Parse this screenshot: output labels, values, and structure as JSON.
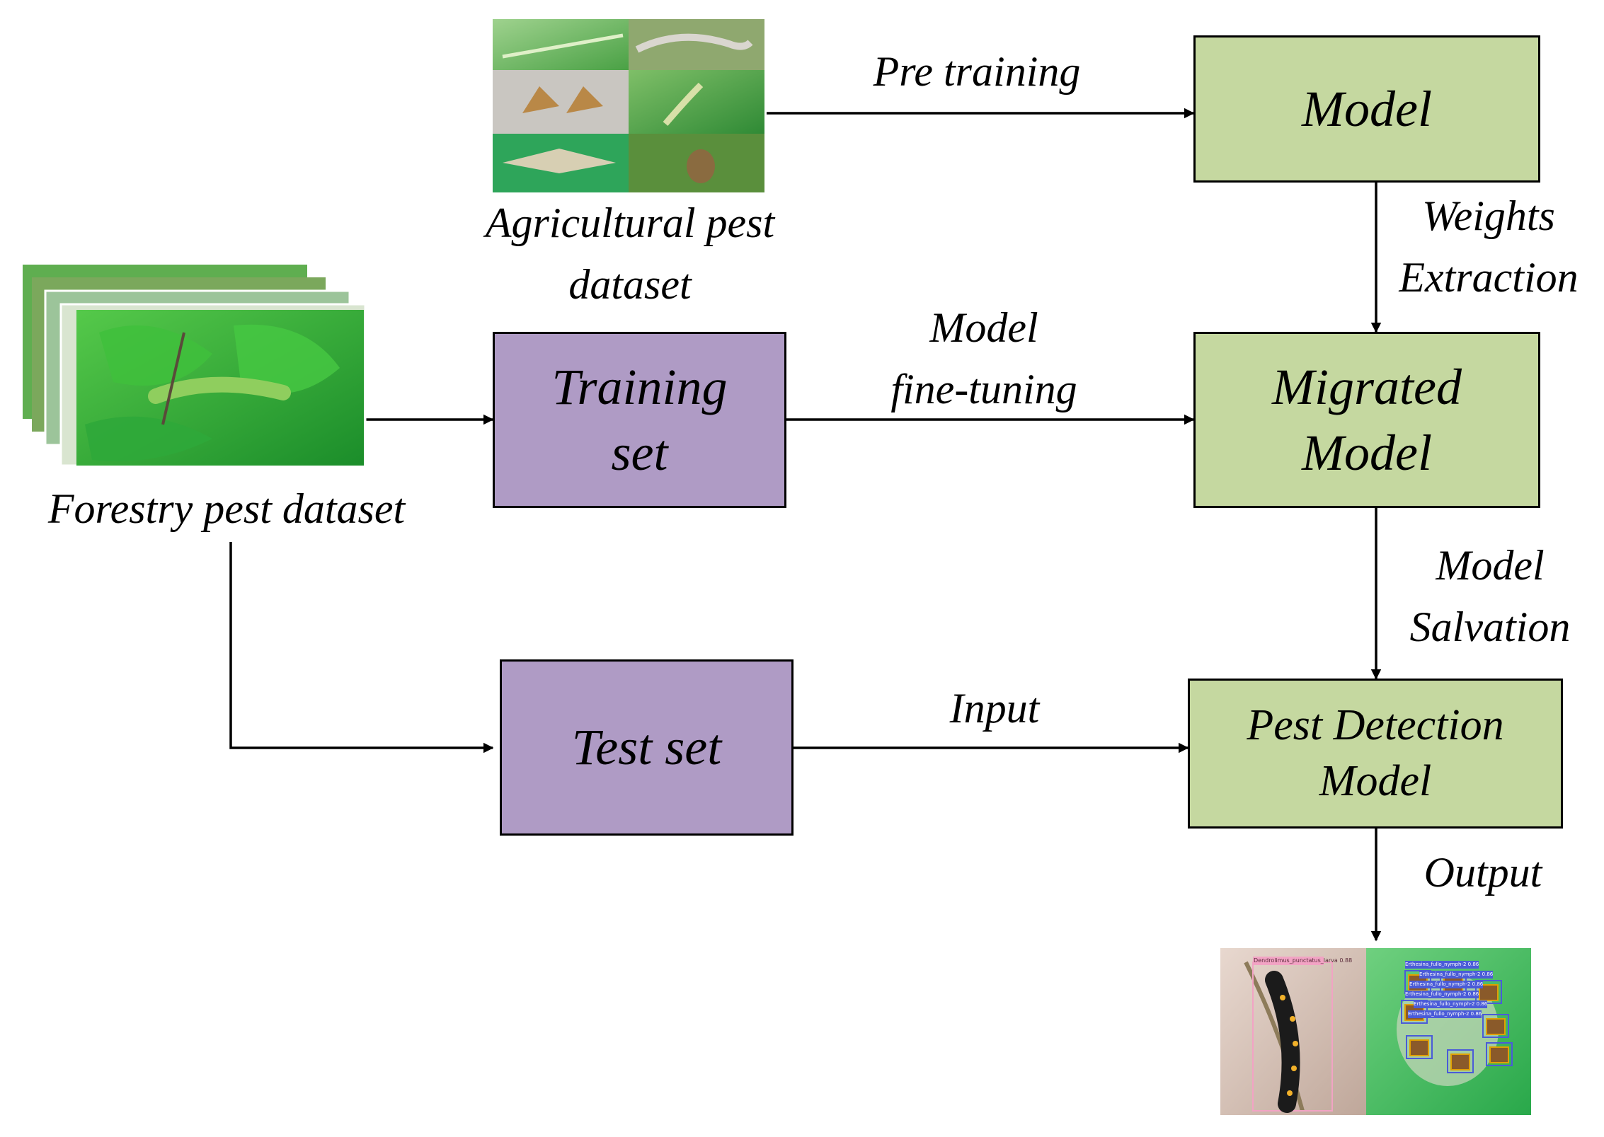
{
  "boxes": {
    "model": {
      "lines": [
        "Model"
      ]
    },
    "migrated": {
      "lines": [
        "Migrated",
        "Model"
      ]
    },
    "pest_detection": {
      "lines": [
        "Pest Detection",
        "Model"
      ]
    },
    "training": {
      "lines": [
        "Training",
        "set"
      ]
    },
    "test": {
      "lines": [
        "Test set"
      ]
    }
  },
  "labels": {
    "pre_training": "Pre training",
    "weights": [
      "Weights",
      "Extraction"
    ],
    "fine_tuning": [
      "Model",
      "fine-tuning"
    ],
    "salvation": [
      "Model",
      "Salvation"
    ],
    "input": "Input",
    "output": "Output",
    "agri_dataset": [
      "Agricultural pest",
      "dataset"
    ],
    "forestry_dataset": "Forestry pest dataset"
  },
  "detection_tags": {
    "left": "Dendrolimus_punctatus_larva 0.88",
    "right": [
      "Erthesina_fullo_nymph-2 0.86",
      "Erthesina_fullo_nymph-2 0.86",
      "Erthesina_fullo_nymph-2 0.86",
      "Erthesina_fullo_nymph-2 0.86",
      "Erthesina_fullo_nymph-2 0.86",
      "Erthesina_fullo_nymph-2 0.86"
    ]
  },
  "colors": {
    "green_box": "#c5d8a0",
    "purple_box": "#af9bc5",
    "detection_box": "#4a5bd8",
    "detection_label_left": "#f2a3c4"
  }
}
